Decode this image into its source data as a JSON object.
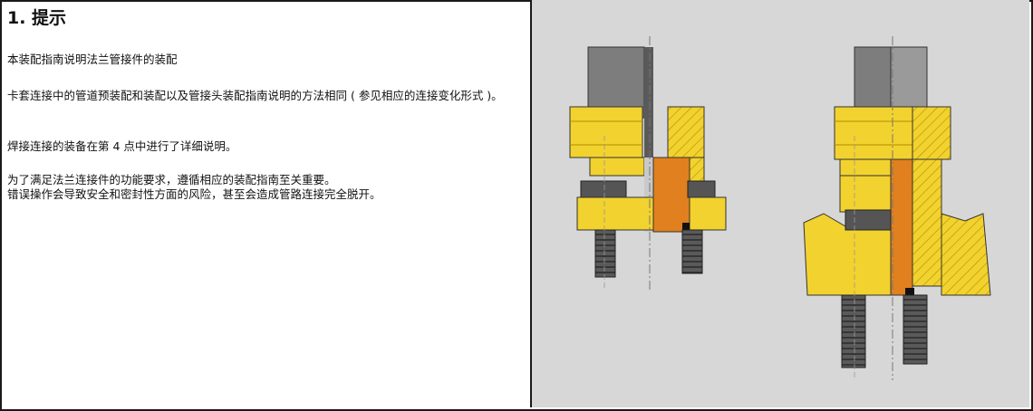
{
  "section": {
    "title": "1. 提示",
    "paragraphs": [
      "本装配指南说明法兰管接件的装配",
      "卡套连接中的管道预装配和装配以及管接头装配指南说明的方法相同 ( 参见相应的连接变化形式 )。",
      "焊接连接的装备在第 4 点中进行了详细说明。",
      "为了满足法兰连接件的功能要求，遵循相应的装配指南至关重要。",
      "错误操作会导致安全和密封性方面的风险，甚至会造成管路连接完全脱开。"
    ]
  },
  "illustration": {
    "items": [
      "flange-fitting-left",
      "flange-fitting-right"
    ],
    "colors": {
      "background": "#d7d7d7",
      "yellow": "#f2d22e",
      "orange": "#e0801e",
      "steel": "#8a8a8a",
      "dark": "#3a3a3a"
    }
  }
}
